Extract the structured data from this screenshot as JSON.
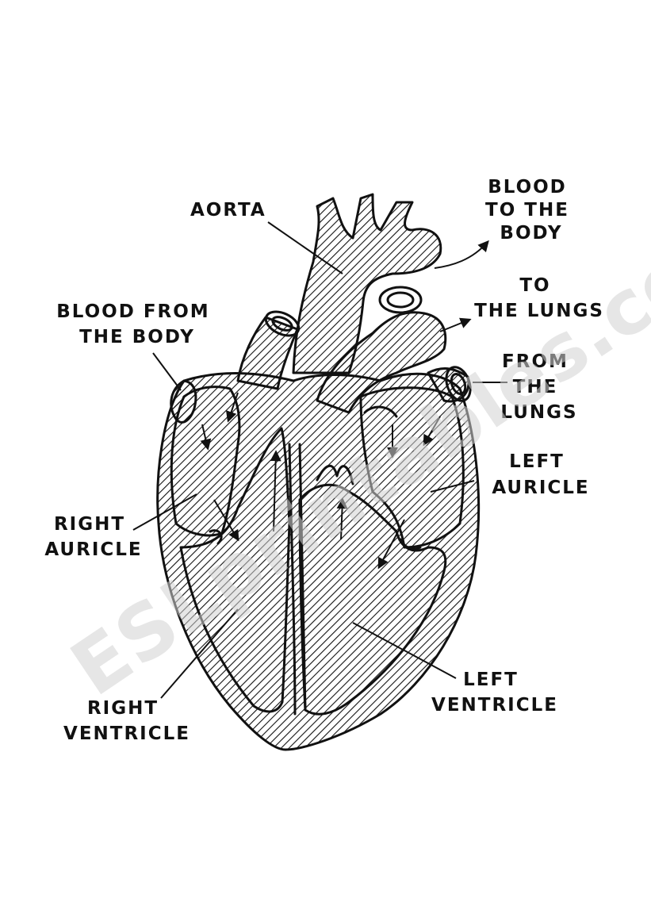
{
  "labels": {
    "aorta": "AORTA",
    "blood_to_body": [
      "BLOOD",
      "TO THE",
      "BODY"
    ],
    "to_lungs": [
      "TO",
      "THE LUNGS"
    ],
    "blood_from_body": [
      "BLOOD FROM",
      "THE BODY"
    ],
    "from_lungs": [
      "FROM",
      "THE",
      "LUNGS"
    ],
    "left_auricle": [
      "LEFT",
      "AURICLE"
    ],
    "right_auricle": [
      "RIGHT",
      "AURICLE"
    ],
    "left_ventricle": [
      "LEFT",
      "VENTRICLE"
    ],
    "right_ventricle": [
      "RIGHT",
      "VENTRICLE"
    ]
  },
  "watermark": "ESLprintables.com",
  "colors": {
    "ink": "#111111",
    "watermark": "#d2d2d2",
    "background": "#ffffff"
  }
}
